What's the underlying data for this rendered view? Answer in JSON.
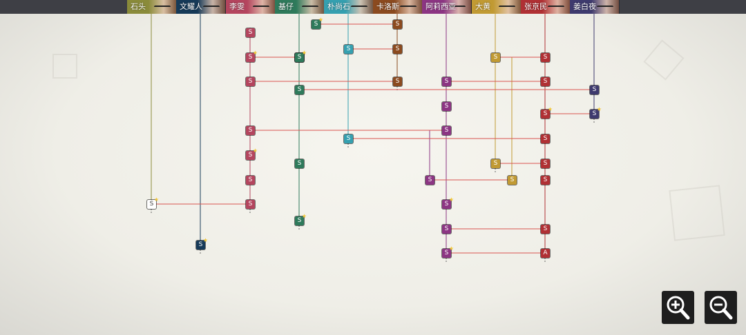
{
  "characters": [
    {
      "name": "石头",
      "color": "#8a8b3a"
    },
    {
      "name": "文耀人",
      "color": "#163a58"
    },
    {
      "name": "李雯",
      "color": "#b4455e"
    },
    {
      "name": "基仔",
      "color": "#2e7a5b"
    },
    {
      "name": "朴尚石",
      "color": "#35a0b0"
    },
    {
      "name": "卡洛斯",
      "color": "#8b4a1f"
    },
    {
      "name": "阿莉西亚",
      "color": "#8c3583"
    },
    {
      "name": "大黄",
      "color": "#c19a33"
    },
    {
      "name": "张京民",
      "color": "#b03034"
    },
    {
      "name": "姜白夜",
      "color": "#3e3a6e"
    }
  ],
  "nodes": [
    {
      "char": 2,
      "rank": "S",
      "star": false
    },
    {
      "char": 2,
      "rank": "S",
      "star": true
    },
    {
      "char": 2,
      "rank": "S",
      "star": false
    },
    {
      "char": 2,
      "rank": "S",
      "star": false
    },
    {
      "char": 2,
      "rank": "S",
      "star": true
    },
    {
      "char": 2,
      "rank": "S",
      "star": false
    },
    {
      "char": 2,
      "rank": "S",
      "star": false
    },
    {
      "char": 3,
      "rank": "S",
      "star": true
    },
    {
      "char": 3,
      "rank": "S",
      "star": true
    },
    {
      "char": 3,
      "rank": "S",
      "star": false
    },
    {
      "char": 3,
      "rank": "S",
      "star": false
    },
    {
      "char": 3,
      "rank": "S",
      "star": true
    },
    {
      "char": 4,
      "rank": "S",
      "star": false
    },
    {
      "char": 4,
      "rank": "S",
      "star": false
    },
    {
      "char": 5,
      "rank": "S",
      "star": false
    },
    {
      "char": 5,
      "rank": "S",
      "star": false
    },
    {
      "char": 5,
      "rank": "S",
      "star": false
    },
    {
      "char": 6,
      "rank": "S",
      "star": false
    },
    {
      "char": 6,
      "rank": "S",
      "star": false
    },
    {
      "char": 6,
      "rank": "S",
      "star": false
    },
    {
      "char": 6,
      "rank": "S",
      "star": false
    },
    {
      "char": 6,
      "rank": "S",
      "star": true
    },
    {
      "char": 6,
      "rank": "S",
      "star": false
    },
    {
      "char": 6,
      "rank": "S",
      "star": true
    },
    {
      "char": 7,
      "rank": "S",
      "star": false
    },
    {
      "char": 7,
      "rank": "S",
      "star": false
    },
    {
      "char": 7,
      "rank": "S",
      "star": false
    },
    {
      "char": 8,
      "rank": "S",
      "star": false
    },
    {
      "char": 8,
      "rank": "S",
      "star": false
    },
    {
      "char": 8,
      "rank": "S",
      "star": true
    },
    {
      "char": 8,
      "rank": "S",
      "star": false
    },
    {
      "char": 8,
      "rank": "S",
      "star": false
    },
    {
      "char": 8,
      "rank": "S",
      "star": false
    },
    {
      "char": 8,
      "rank": "S",
      "star": false
    },
    {
      "char": 8,
      "rank": "A",
      "star": false
    },
    {
      "char": 9,
      "rank": "S",
      "star": false
    },
    {
      "char": 9,
      "rank": "S",
      "star": true
    },
    {
      "char": 0,
      "rank": "S",
      "star": true
    },
    {
      "char": 1,
      "rank": "S",
      "star": true
    },
    {
      "char": 3,
      "rank": "S",
      "star": true
    },
    {
      "char": 4,
      "rank": "S",
      "star": false
    }
  ],
  "zoom": {
    "in_icon": "zoom-in-icon",
    "out_icon": "zoom-out-icon"
  }
}
